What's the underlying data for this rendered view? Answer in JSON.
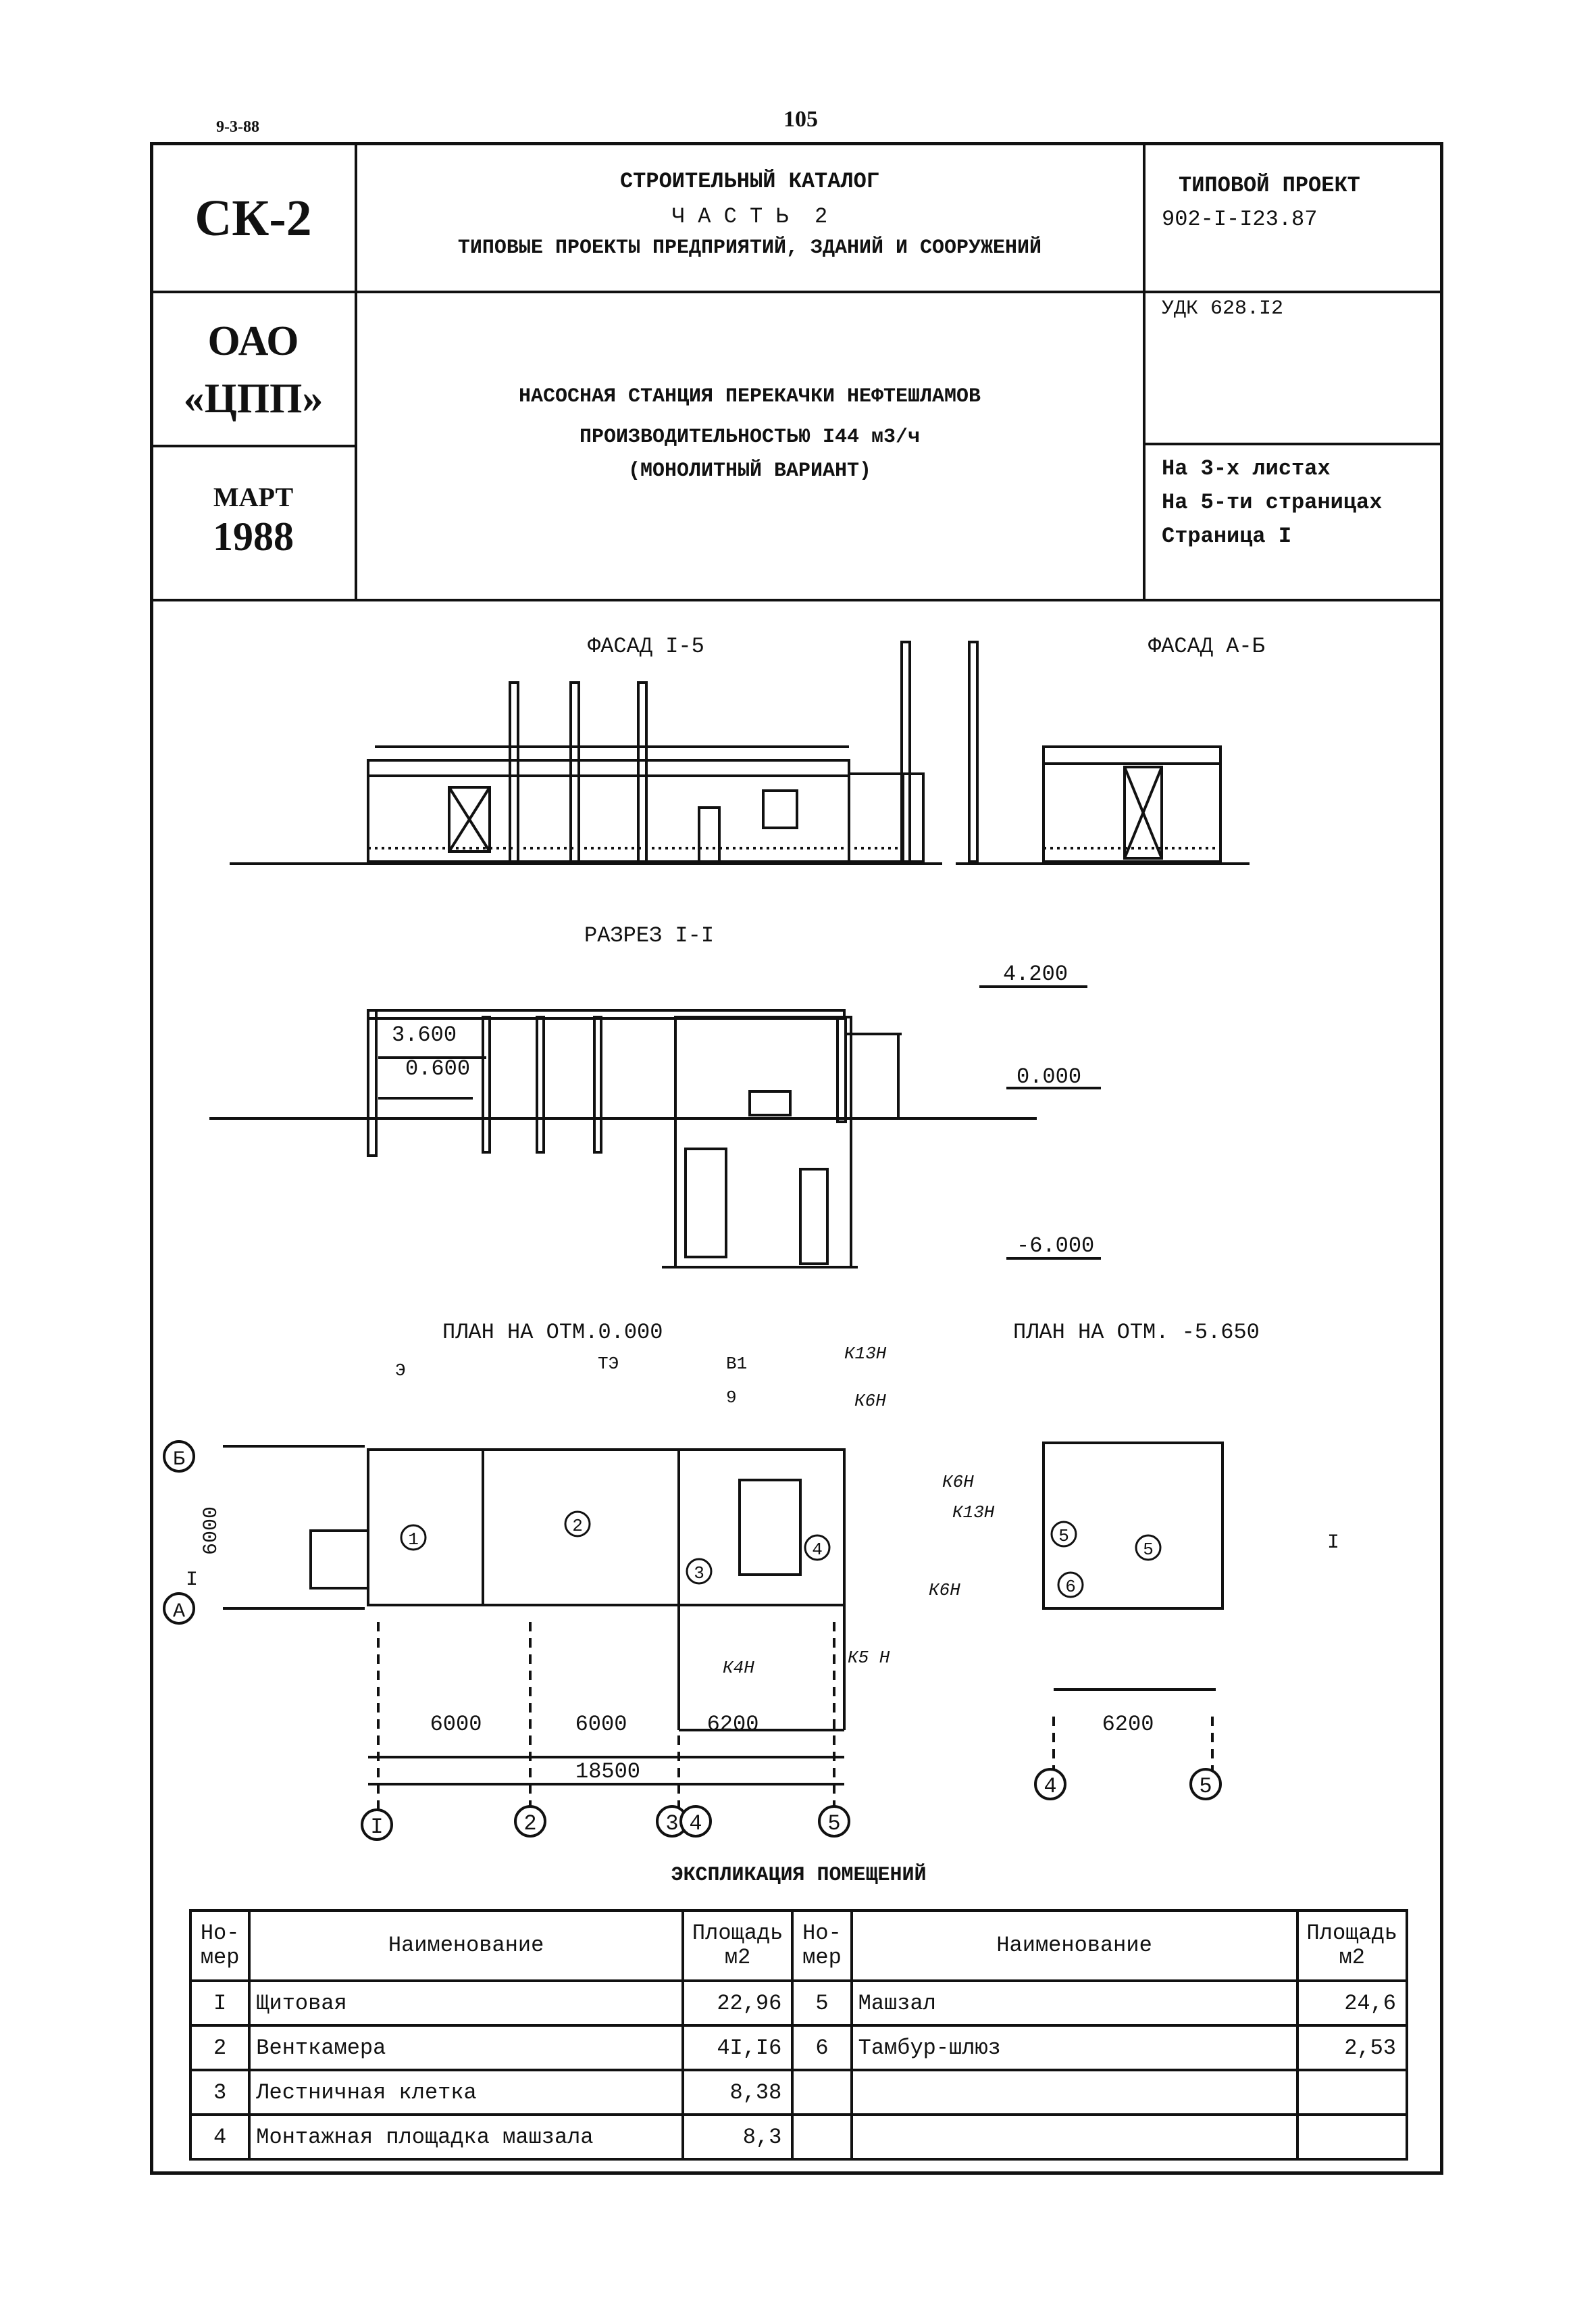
{
  "page": {
    "series_code": "9-3-88",
    "page_number": "105"
  },
  "header": {
    "catalog_code": "СК-2",
    "catalog_title": "СТРОИТЕЛЬНЫЙ КАТАЛОГ",
    "catalog_part": "Ч А С Т Ь  2",
    "catalog_subtitle": "ТИПОВЫЕ ПРОЕКТЫ ПРЕДПРИЯТИЙ, ЗДАНИЙ И СООРУЖЕНИЙ",
    "project_label": "ТИПОВОЙ ПРОЕКТ",
    "project_number": "902-I-I23.87",
    "org_line1": "ОАО",
    "org_line2": "«ЦПП»",
    "udk": "УДК 628.I2",
    "object_title": "НАСОСНАЯ СТАНЦИЯ ПЕРЕКАЧКИ НЕФТЕШЛАМОВ",
    "object_capacity": "ПРОИЗВОДИТЕЛЬНОСТЬЮ I44 м3/ч",
    "object_variant": "(МОНОЛИТНЫЙ ВАРИАНТ)",
    "date_month": "МАРТ",
    "date_year": "1988",
    "sheets": "На 3-х листах",
    "pages": "На 5-ти страницах",
    "page": "Страница I"
  },
  "drawing": {
    "facade_1": "ФАСАД I-5",
    "facade_2": "ФАСАД А-Б",
    "section_title": "РАЗРЕЗ I-I",
    "elev_top": "4.200",
    "elev_3600": "3.600",
    "elev_0600": "0.600",
    "elev_zero": "0.000",
    "elev_minus": "-6.000",
    "plan_1": "ПЛАН НА ОТМ.0.000",
    "plan_2": "ПЛАН НА ОТМ. -5.650",
    "dim_6000_vertical": "6000",
    "dim_a": "6000",
    "dim_b": "6000",
    "dim_c": "6200",
    "dim_total": "18500",
    "dim_d": "6200",
    "axis_1": "I",
    "axis_2": "2",
    "axis_3": "3",
    "axis_4": "4",
    "axis_5": "5",
    "axis_A": "А",
    "axis_B": "Б",
    "room_1": "1",
    "room_2": "2",
    "room_3": "3",
    "room_4": "4",
    "room_5": "5",
    "room_6": "6",
    "tag_e": "Э",
    "tag_te": "ТЭ",
    "tag_v1": "В1",
    "tag_9": "9",
    "tag_k13n": "К13Н",
    "tag_k6n": "К6Н",
    "tag_k4n": "К4Н",
    "tag_k5n": "К5 Н",
    "cut_label": "I"
  },
  "explication": {
    "title": "ЭКСПЛИКАЦИЯ ПОМЕЩЕНИЙ",
    "head_num": "Но-мер",
    "head_name": "Наименование",
    "head_area": "Площадь м2",
    "rows_left": [
      {
        "num": "I",
        "name": "Щитовая",
        "area": "22,96"
      },
      {
        "num": "2",
        "name": "Венткамера",
        "area": "4I,I6"
      },
      {
        "num": "3",
        "name": "Лестничная клетка",
        "area": "8,38"
      },
      {
        "num": "4",
        "name": "Монтажная площадка машзала",
        "area": "8,3"
      }
    ],
    "rows_right": [
      {
        "num": "5",
        "name": "Машзал",
        "area": "24,6"
      },
      {
        "num": "6",
        "name": "Тамбур-шлюз",
        "area": "2,53"
      },
      {
        "num": "",
        "name": "",
        "area": ""
      },
      {
        "num": "",
        "name": "",
        "area": ""
      }
    ]
  }
}
